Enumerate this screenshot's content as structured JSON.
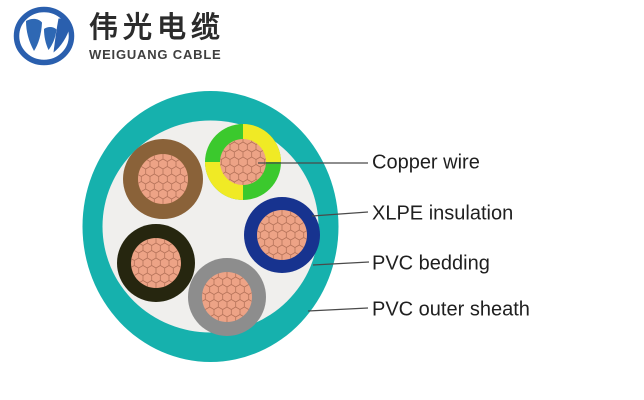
{
  "brand": {
    "logo_icon": "w-leaf-logo",
    "name_zh": "伟光电缆",
    "name_en": "WEIGUANG CABLE"
  },
  "diagram": {
    "type": "cable-cross-section",
    "labels": [
      {
        "text": "Copper wire"
      },
      {
        "text": "XLPE insulation"
      },
      {
        "text": "PVC bedding"
      },
      {
        "text": "PVC outer sheath"
      }
    ],
    "cores": [
      {
        "name": "brown core"
      },
      {
        "name": "green-yellow earth core"
      },
      {
        "name": "blue core"
      },
      {
        "name": "black core"
      },
      {
        "name": "gray core"
      }
    ]
  },
  "colors": {
    "logo_blue": "#2a5fae",
    "logo_leaf": "#2e68b4",
    "brand_text": "#2b2b2b",
    "brand_sub": "#3f3f3f",
    "sheath_teal": "#16b1ad",
    "bedding": "#f0efed",
    "copper_fill": "#eda386",
    "copper_line": "#b5735a",
    "core_brown": "#8a6239",
    "earth_green": "#3bc92d",
    "earth_yellow": "#f0ea25",
    "core_blue": "#17338f",
    "core_black": "#26260f",
    "core_gray": "#8d8d8d",
    "leader_line": "#4a4a4a",
    "label_text": "#1f1f1f"
  }
}
